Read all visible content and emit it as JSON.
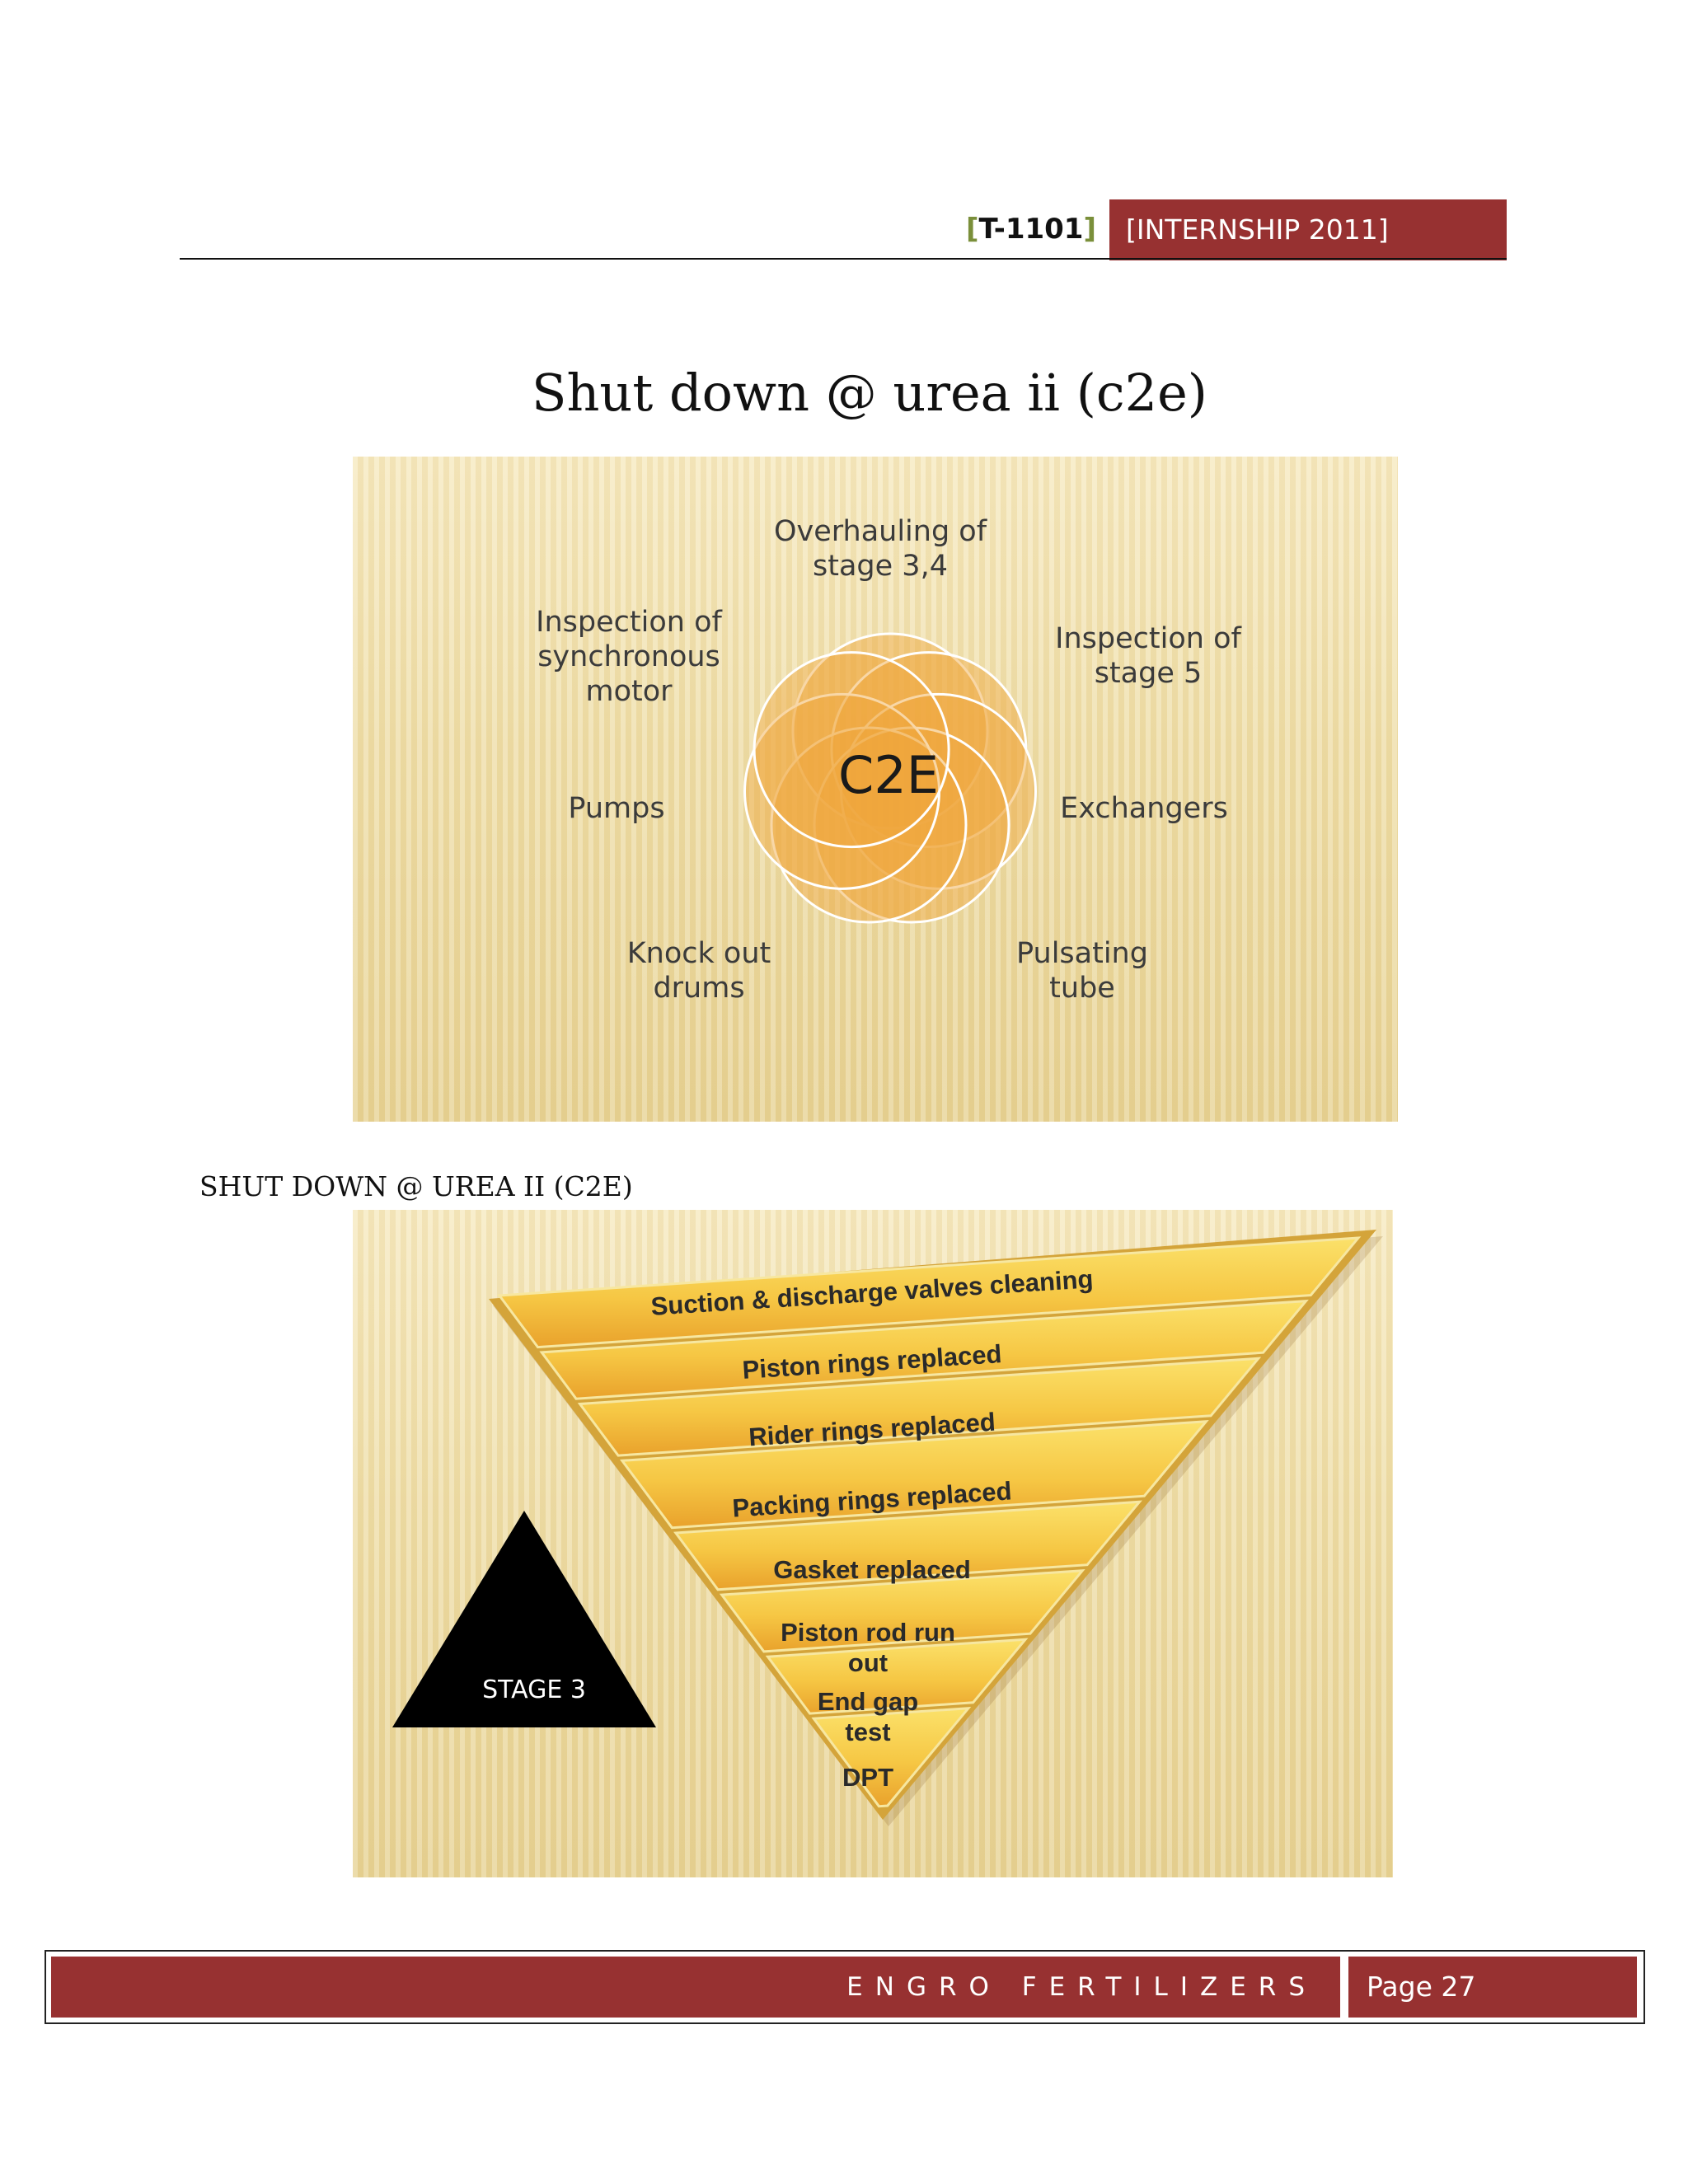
{
  "header": {
    "code_open": "[",
    "code": "T-1101",
    "code_close": "]",
    "tag": "[INTERNSHIP 2011]"
  },
  "page_title": "Shut down @ urea ii (c2e)",
  "slide1": {
    "center": "C2E",
    "items": [
      "Overhauling of stage 3,4",
      "Inspection of stage 5",
      "Exchangers",
      "Pulsating tube",
      "Knock out drums",
      "Pumps",
      "Inspection of synchronous motor"
    ],
    "colors": {
      "petal": "#f0a63c",
      "petal_edge": "#ffffff"
    }
  },
  "caption": "SHUT DOWN @ UREA II (C2E)",
  "slide2": {
    "stage_label": "STAGE 3",
    "tiers": [
      "Suction & discharge valves cleaning",
      "Piston rings replaced",
      "Rider rings replaced",
      "Packing rings replaced",
      "Gasket replaced",
      "Piston rod run out",
      "End gap test",
      "DPT"
    ],
    "colors": {
      "tier_top": "#f8d64e",
      "tier_bottom": "#f2ab2e",
      "stage": "#000000"
    }
  },
  "footer": {
    "company": "ENGRO FERTILIZERS",
    "page": "Page 27",
    "color": "#973131"
  }
}
